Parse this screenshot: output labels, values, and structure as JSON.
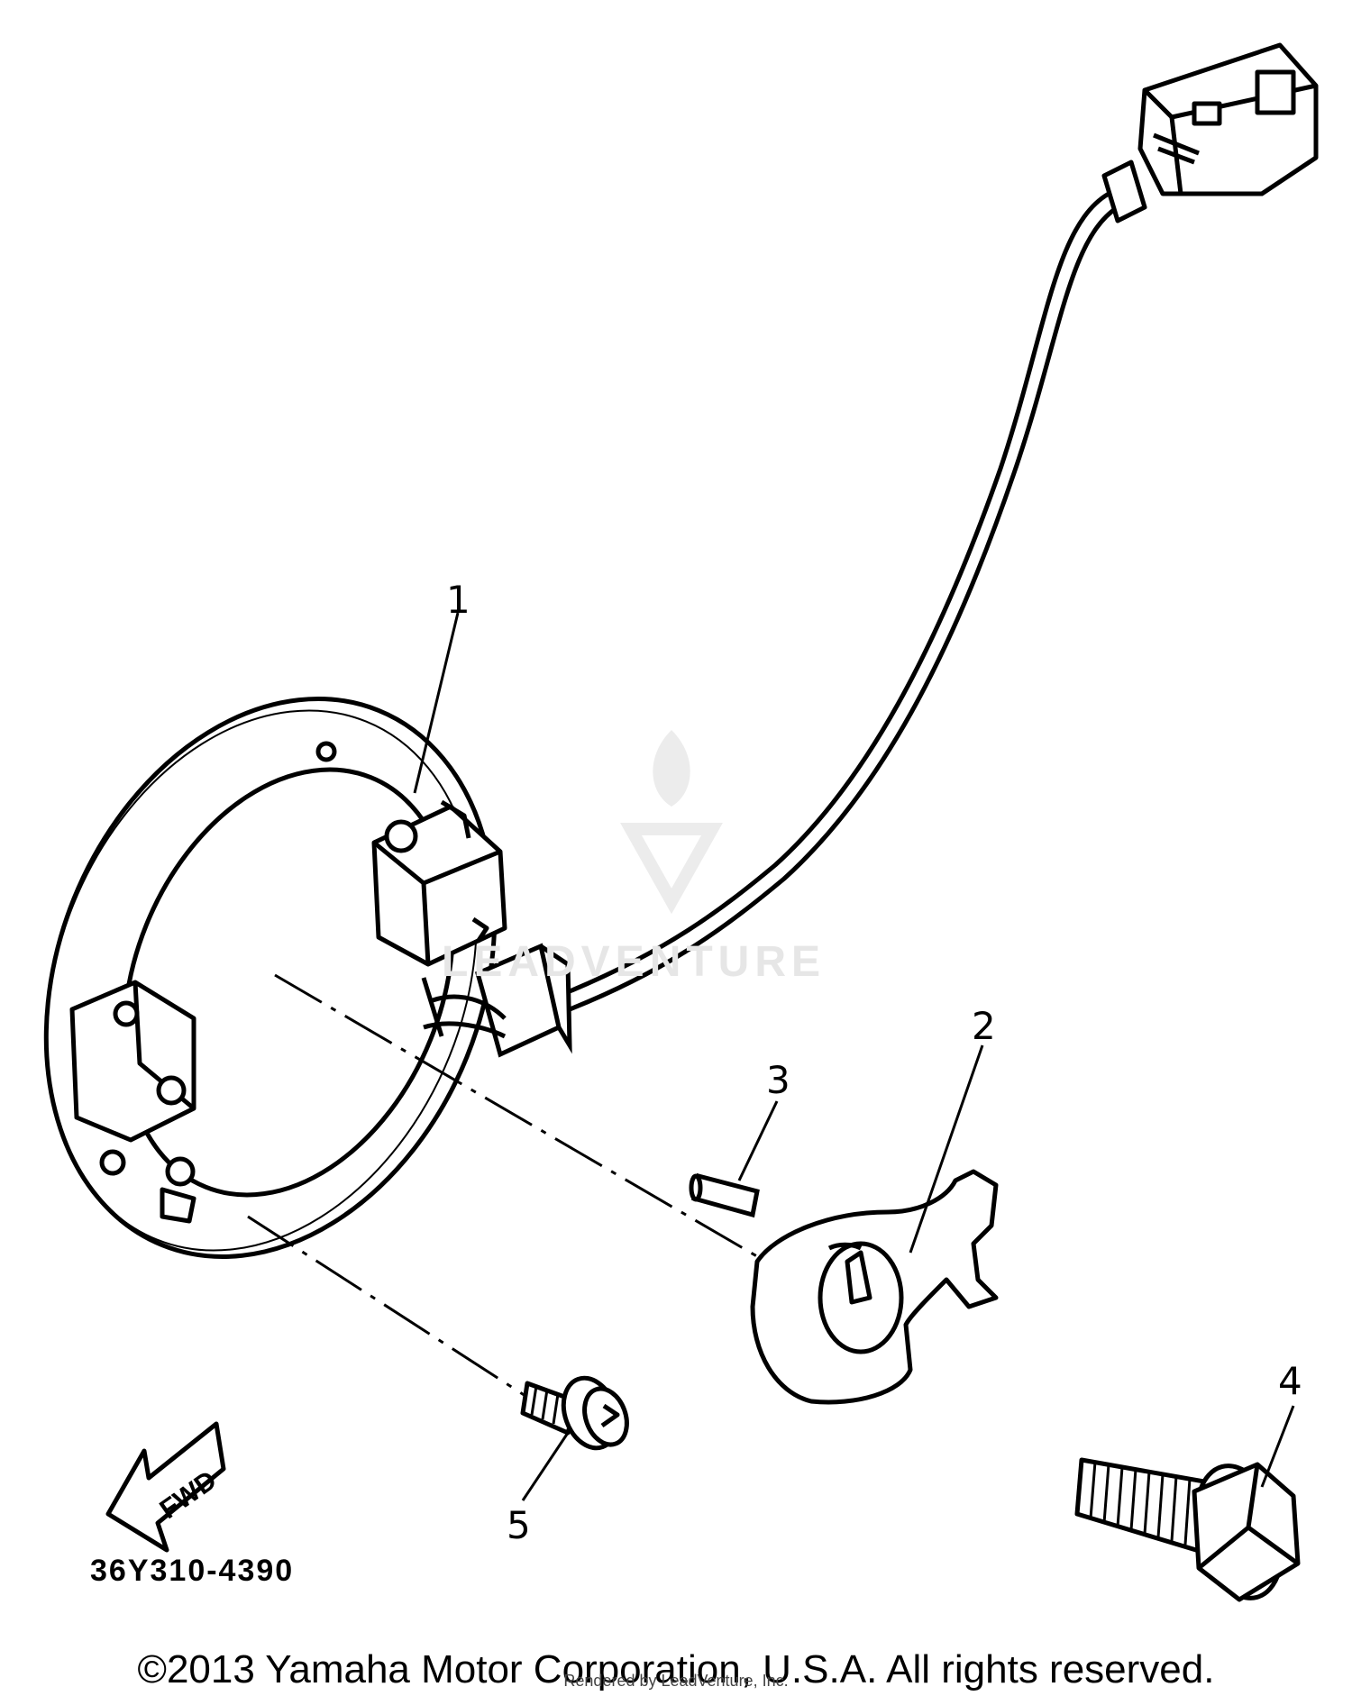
{
  "callouts": {
    "c1": "1",
    "c2": "2",
    "c3": "3",
    "c4": "4",
    "c5": "5"
  },
  "fwd_label": "FWD",
  "part_code": "36Y310-4390",
  "copyright": "©2013 Yamaha Motor Corporation, U.S.A. All rights reserved.",
  "rendered_by": "Rendered by LeadVenture, Inc.",
  "watermark": "LEADVENTURE",
  "colors": {
    "ink": "#000000",
    "watermark": "#e6e6e6",
    "paper": "#ffffff"
  }
}
